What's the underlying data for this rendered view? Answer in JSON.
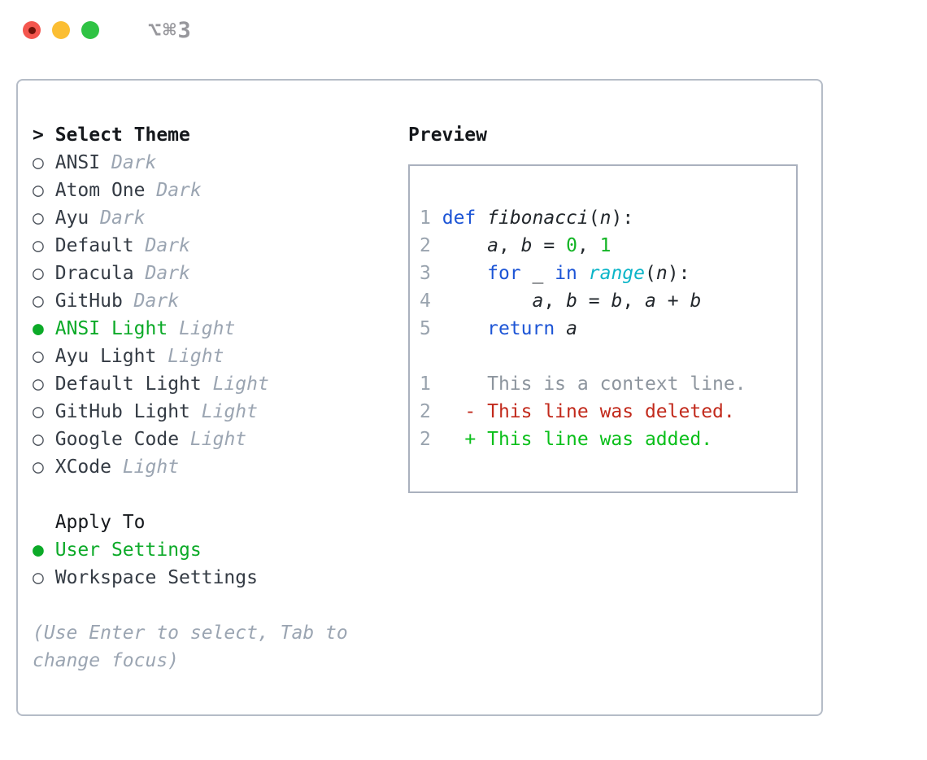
{
  "window": {
    "title": "⌥⌘3",
    "traffic_lights": [
      "close",
      "minimize",
      "zoom"
    ]
  },
  "icons": {
    "radio_unselected": "○",
    "radio_selected": "●",
    "header_prompt": ">"
  },
  "theme_panel": {
    "header_prefix": "> ",
    "header_label": "Select Theme",
    "items": [
      {
        "name": "ANSI",
        "variant": "Dark",
        "selected": false
      },
      {
        "name": "Atom One",
        "variant": "Dark",
        "selected": false
      },
      {
        "name": "Ayu",
        "variant": "Dark",
        "selected": false
      },
      {
        "name": "Default",
        "variant": "Dark",
        "selected": false
      },
      {
        "name": "Dracula",
        "variant": "Dark",
        "selected": false
      },
      {
        "name": "GitHub",
        "variant": "Dark",
        "selected": false
      },
      {
        "name": "ANSI Light",
        "variant": "Light",
        "selected": true
      },
      {
        "name": "Ayu Light",
        "variant": "Light",
        "selected": false
      },
      {
        "name": "Default Light",
        "variant": "Light",
        "selected": false
      },
      {
        "name": "GitHub Light",
        "variant": "Light",
        "selected": false
      },
      {
        "name": "Google Code",
        "variant": "Light",
        "selected": false
      },
      {
        "name": "XCode",
        "variant": "Light",
        "selected": false
      }
    ],
    "apply_to": {
      "header": "Apply To",
      "options": [
        {
          "label": "User Settings",
          "selected": true
        },
        {
          "label": "Workspace Settings",
          "selected": false
        }
      ]
    },
    "hint": "(Use Enter to select, Tab to change focus)"
  },
  "preview": {
    "header": "Preview",
    "code": [
      {
        "n": "1",
        "tokens": [
          {
            "t": "def",
            "c": "kw"
          },
          {
            "t": " ",
            "c": "pl"
          },
          {
            "t": "fibonacci",
            "c": "id"
          },
          {
            "t": "(",
            "c": "pl"
          },
          {
            "t": "n",
            "c": "id"
          },
          {
            "t": "):",
            "c": "pl"
          }
        ]
      },
      {
        "n": "2",
        "tokens": [
          {
            "t": "    ",
            "c": "pl"
          },
          {
            "t": "a",
            "c": "id"
          },
          {
            "t": ", ",
            "c": "pl"
          },
          {
            "t": "b",
            "c": "id"
          },
          {
            "t": " = ",
            "c": "pl"
          },
          {
            "t": "0",
            "c": "num"
          },
          {
            "t": ", ",
            "c": "pl"
          },
          {
            "t": "1",
            "c": "num"
          }
        ]
      },
      {
        "n": "3",
        "tokens": [
          {
            "t": "    ",
            "c": "pl"
          },
          {
            "t": "for",
            "c": "kw"
          },
          {
            "t": " _ ",
            "c": "pl"
          },
          {
            "t": "in",
            "c": "kw"
          },
          {
            "t": " ",
            "c": "pl"
          },
          {
            "t": "range",
            "c": "cy"
          },
          {
            "t": "(",
            "c": "pl"
          },
          {
            "t": "n",
            "c": "id"
          },
          {
            "t": "):",
            "c": "pl"
          }
        ]
      },
      {
        "n": "4",
        "tokens": [
          {
            "t": "        ",
            "c": "pl"
          },
          {
            "t": "a",
            "c": "id"
          },
          {
            "t": ", ",
            "c": "pl"
          },
          {
            "t": "b",
            "c": "id"
          },
          {
            "t": " = ",
            "c": "pl"
          },
          {
            "t": "b",
            "c": "id"
          },
          {
            "t": ", ",
            "c": "pl"
          },
          {
            "t": "a",
            "c": "id"
          },
          {
            "t": " + ",
            "c": "pl"
          },
          {
            "t": "b",
            "c": "id"
          }
        ]
      },
      {
        "n": "5",
        "tokens": [
          {
            "t": "    ",
            "c": "pl"
          },
          {
            "t": "return",
            "c": "kw"
          },
          {
            "t": " ",
            "c": "pl"
          },
          {
            "t": "a",
            "c": "id"
          }
        ]
      }
    ],
    "diff": [
      {
        "n": "1",
        "gutter": "   ",
        "body": "  This is a context line.",
        "kind": "context"
      },
      {
        "n": "2",
        "gutter": "   ",
        "body": "- This line was deleted.",
        "kind": "deleted"
      },
      {
        "n": "2",
        "gutter": "   ",
        "body": "+ This line was added.",
        "kind": "added"
      }
    ]
  },
  "colors": {
    "accent_green": "#0caa28",
    "keyword_blue": "#1d55d6",
    "builtin_cyan": "#0cb5c8",
    "number_green": "#12b424",
    "deleted_red": "#c22a1c",
    "added_green": "#0abf1a",
    "muted_gray": "#9ba5b2",
    "line_number_gray": "#99a3ae",
    "border_gray": "#b5bcc7",
    "traffic_red": "#f4564e",
    "traffic_yellow": "#fbbe33",
    "traffic_green": "#2fc344"
  }
}
